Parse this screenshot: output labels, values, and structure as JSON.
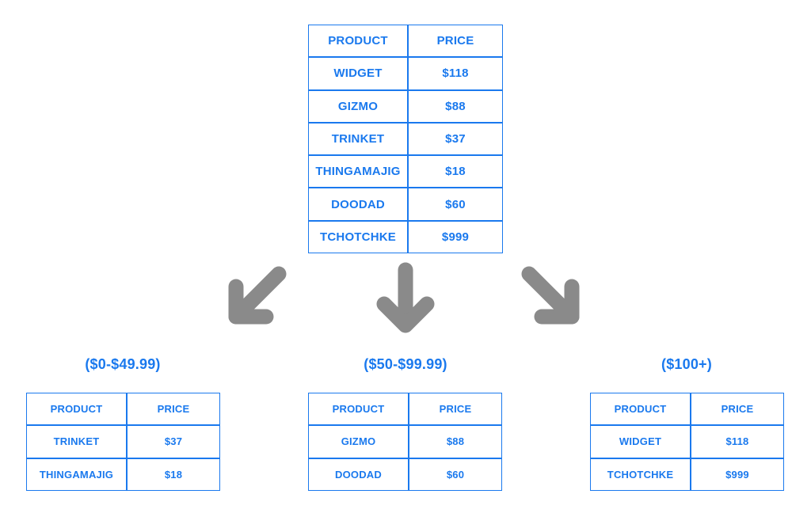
{
  "colors": {
    "table_blue": "#1a79ee",
    "arrow_gray": "#8a8a8a",
    "background": "#ffffff"
  },
  "source_table": {
    "name": "product-price-table",
    "headers": [
      "PRODUCT",
      "PRICE"
    ],
    "rows": [
      [
        "WIDGET",
        "$118"
      ],
      [
        "GIZMO",
        "$88"
      ],
      [
        "TRINKET",
        "$37"
      ],
      [
        "THINGAMAJIG",
        "$18"
      ],
      [
        "DOODAD",
        "$60"
      ],
      [
        "TCHOTCHKE",
        "$999"
      ]
    ]
  },
  "arrows": [
    {
      "name": "arrow-down-left-icon",
      "direction": "down-left"
    },
    {
      "name": "arrow-down-icon",
      "direction": "down"
    },
    {
      "name": "arrow-down-right-icon",
      "direction": "down-right"
    }
  ],
  "buckets": [
    {
      "label": "($0-$49.99)",
      "headers": [
        "PRODUCT",
        "PRICE"
      ],
      "rows": [
        [
          "TRINKET",
          "$37"
        ],
        [
          "THINGAMAJIG",
          "$18"
        ]
      ]
    },
    {
      "label": "($50-$99.99)",
      "headers": [
        "PRODUCT",
        "PRICE"
      ],
      "rows": [
        [
          "GIZMO",
          "$88"
        ],
        [
          "DOODAD",
          "$60"
        ]
      ]
    },
    {
      "label": "($100+)",
      "headers": [
        "PRODUCT",
        "PRICE"
      ],
      "rows": [
        [
          "WIDGET",
          "$118"
        ],
        [
          "TCHOTCHKE",
          "$999"
        ]
      ]
    }
  ]
}
